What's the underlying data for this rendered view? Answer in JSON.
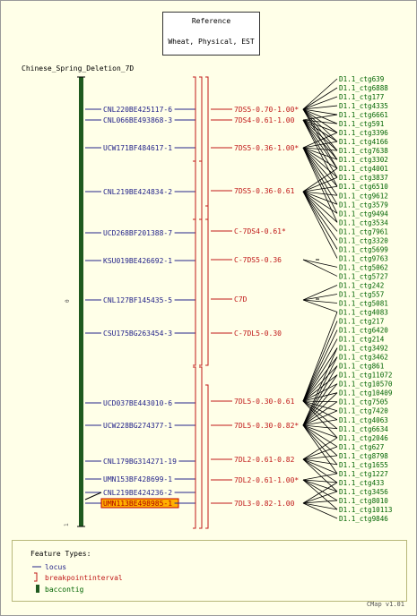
{
  "reference": {
    "title": "Reference",
    "subtitle": "Wheat, Physical, EST"
  },
  "map_title": "Chinese_Spring_Deletion_7D",
  "ruler": {
    "start": "0",
    "end": "1"
  },
  "loci": [
    {
      "label": "CNL220BE425117-6",
      "highlight": false
    },
    {
      "label": "CNL066BE493868-3",
      "highlight": false
    },
    {
      "label": "UCW171BF484617-1",
      "highlight": false
    },
    {
      "label": "CNL219BE424834-2",
      "highlight": false
    },
    {
      "label": "UCD268BF201388-7",
      "highlight": false
    },
    {
      "label": "KSU019BE426692-1",
      "highlight": false
    },
    {
      "label": "CNL127BF145435-5",
      "highlight": false
    },
    {
      "label": "CSU175BG263454-3",
      "highlight": false
    },
    {
      "label": "UCD037BE443010-6",
      "highlight": false
    },
    {
      "label": "UCW228BG274377-1",
      "highlight": false
    },
    {
      "label": "CNL179BG314271-19",
      "highlight": false
    },
    {
      "label": "UMN153BF428699-1",
      "highlight": false
    },
    {
      "label": "CNL219BE424236-2",
      "highlight": false
    },
    {
      "label": "UMN113BE498985-1",
      "highlight": true
    }
  ],
  "intervals": [
    {
      "label": "7DS5-0.70-1.00*"
    },
    {
      "label": "7DS4-0.61-1.00"
    },
    {
      "label": "7DS5-0.36-1.00*"
    },
    {
      "label": "7DS5-0.36-0.61"
    },
    {
      "label": "C-7DS4-0.61*"
    },
    {
      "label": "C-7DS5-0.36"
    },
    {
      "label": "C7D"
    },
    {
      "label": "C-7DL5-0.30"
    },
    {
      "label": "7DL5-0.30-0.61"
    },
    {
      "label": "7DL5-0.30-0.82*"
    },
    {
      "label": "7DL2-0.61-0.82"
    },
    {
      "label": "7DL2-0.61-1.00*"
    },
    {
      "label": "7DL3-0.82-1.00"
    }
  ],
  "contigs": [
    "D1.1_ctg639",
    "D1.1_ctg6888",
    "D1.1_ctg177",
    "D1.1_ctg4335",
    "D1.1_ctg6661",
    "D1.1_ctg591",
    "D1.1_ctg3396",
    "D1.1_ctg4166",
    "D1.1_ctg7638",
    "D1.1_ctg3302",
    "D1.1_ctg4001",
    "D1.1_ctg3837",
    "D1.1_ctg6510",
    "D1.1_ctg9612",
    "D1.1_ctg3579",
    "D1.1_ctg9494",
    "D1.1_ctg3534",
    "D1.1_ctg7961",
    "D1.1_ctg3320",
    "D1.1_ctg5699",
    "D1.1_ctg9763",
    "D1.1_ctg5062",
    "D1.1_ctg5727",
    "D1.1_ctg242",
    "D1.1_ctg557",
    "D1.1_ctg5081",
    "D1.1_ctg4083",
    "D1.1_ctg217",
    "D1.1_ctg6420",
    "D1.1_ctg214",
    "D1.1_ctg3492",
    "D1.1_ctg3462",
    "D1.1_ctg861",
    "D1.1_ctg11072",
    "D1.1_ctg10570",
    "D1.1_ctg10409",
    "D1.1_ctg7505",
    "D1.1_ctg7420",
    "D1.1_ctg4063",
    "D1.1_ctg6634",
    "D1.1_ctg2046",
    "D1.1_ctg627",
    "D1.1_ctg8798",
    "D1.1_ctg1655",
    "D1.1_ctg1227",
    "D1.1_ctg433",
    "D1.1_ctg3456",
    "D1.1_ctg8010",
    "D1.1_ctg10113",
    "D1.1_ctg9846"
  ],
  "legend": {
    "title": "Feature Types:",
    "items": [
      {
        "label": "locus",
        "icon": "line-icon"
      },
      {
        "label": "breakpointinterval",
        "icon": "bracket-icon"
      },
      {
        "label": "baccontig",
        "icon": "bar-icon"
      }
    ]
  },
  "footer": "CMap v1.01",
  "colors": {
    "locus": "#24248a",
    "interval": "#c01818",
    "contig": "#006400",
    "bar": "#1f5a1f",
    "highlight": "#ffb000",
    "highlight_border": "#c00000"
  }
}
